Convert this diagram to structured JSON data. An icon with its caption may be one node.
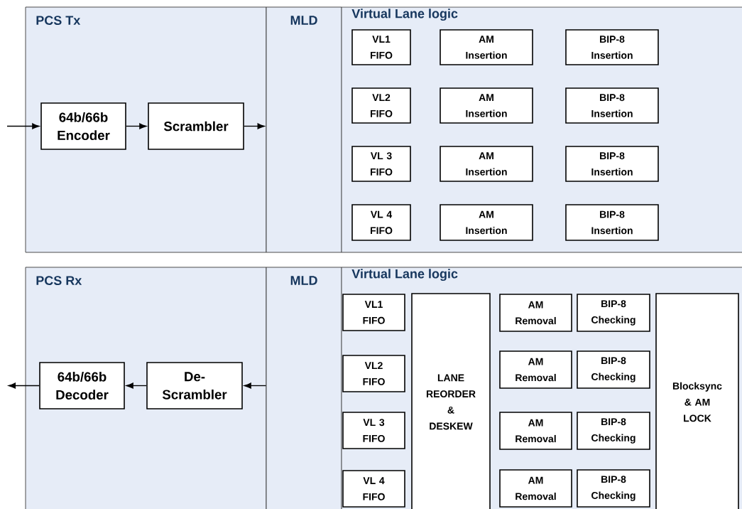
{
  "diagram": {
    "nodes": [
      {
        "text": [
          "PCS Tx"
        ]
      },
      {
        "text": [
          "MLD"
        ]
      },
      {
        "text": [
          "Virtual Lane logic"
        ]
      },
      {
        "text": [
          "64b/66b Encoder"
        ],
        "in": 0
      },
      {
        "text": [
          "Scrambler"
        ],
        "in": 0
      },
      {
        "text": [
          "VL1 FIFO"
        ],
        "in": 2
      },
      {
        "text": [
          "VL2 FIFO"
        ],
        "in": 2
      },
      {
        "text": [
          "VL 3 FIFO"
        ],
        "in": 2
      },
      {
        "text": [
          "VL 4 FIFO"
        ],
        "in": 2
      },
      {
        "text": [
          "AM Insertion"
        ],
        "in": 2
      },
      {
        "text": [
          "AM Insertion"
        ],
        "in": 2
      },
      {
        "text": [
          "AM Insertion"
        ],
        "in": 2
      },
      {
        "text": [
          "AM Insertion"
        ],
        "in": 2
      },
      {
        "text": [
          "BIP-8 Insertion"
        ],
        "in": 2
      },
      {
        "text": [
          "BIP-8 Insertion"
        ],
        "in": 2
      },
      {
        "text": [
          "BIP-8 Insertion"
        ],
        "in": 2
      },
      {
        "text": [
          "BIP-8 Insertion"
        ],
        "in": 2
      },
      {
        "text": [
          "PCS Rx"
        ]
      },
      {
        "text": [
          "MLD"
        ]
      },
      {
        "text": [
          "Virtual Lane logic"
        ]
      },
      {
        "text": [
          "64b/66b Decoder"
        ],
        "in": 17
      },
      {
        "text": [
          "De-Scrambler"
        ],
        "in": 17
      },
      {
        "text": [
          "VL1 FIFO"
        ],
        "in": 19
      },
      {
        "text": [
          "VL2 FIFO"
        ],
        "in": 19
      },
      {
        "text": [
          "VL 3 FIFO"
        ],
        "in": 19
      },
      {
        "text": [
          "VL 4 FIFO"
        ],
        "in": 19
      },
      {
        "text": [
          "LANE REORDER & DESKEW"
        ],
        "in": 19
      },
      {
        "text": [
          "AM Removal"
        ],
        "in": 19
      },
      {
        "text": [
          "AM Removal"
        ],
        "in": 19
      },
      {
        "text": [
          "AM Removal"
        ],
        "in": 19
      },
      {
        "text": [
          "AM Removal"
        ],
        "in": 19
      },
      {
        "text": [
          "BIP-8 Checking"
        ],
        "in": 19
      },
      {
        "text": [
          "BIP-8 Checking"
        ],
        "in": 19
      },
      {
        "text": [
          "BIP-8 Checking"
        ],
        "in": 19
      },
      {
        "text": [
          "BIP-8 Checking"
        ],
        "in": 19
      },
      {
        "text": [
          "Blocksync & AM LOCK"
        ],
        "in": 19
      }
    ],
    "edges": [
      {
        "from": null,
        "to": 3,
        "arrow": "to"
      },
      {
        "from": 3,
        "to": 4,
        "arrow": "to"
      },
      {
        "from": 4,
        "to": 1,
        "arrow": "to"
      },
      {
        "from": 18,
        "to": 21,
        "arrow": "to"
      },
      {
        "from": 21,
        "to": 20,
        "arrow": "to"
      },
      {
        "from": 20,
        "to": null,
        "arrow": "to"
      }
    ]
  }
}
